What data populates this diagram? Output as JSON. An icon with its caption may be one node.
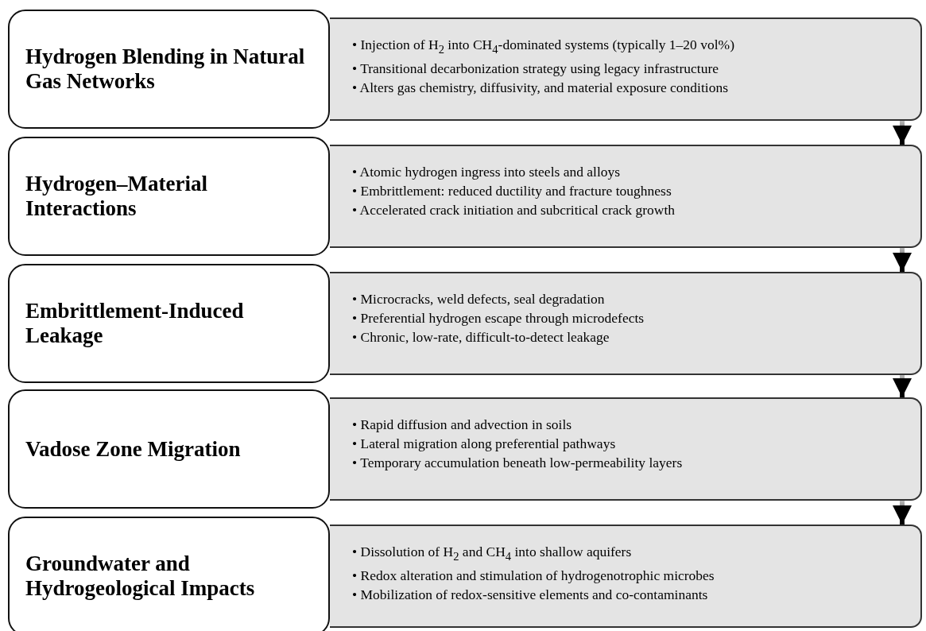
{
  "diagram": {
    "nodes": [
      {
        "text": [
          "Hydrogen Blending in Natural Gas Networks"
        ]
      },
      {
        "text": [
          "• Injection of H$_{2}$ into CH$_{4}$-dominated systems (typically 1–20 vol%)",
          "• Transitional decarbonization strategy using legacy infrastructure",
          "• Alters gas chemistry, diffusivity, and material exposure conditions"
        ]
      },
      {
        "text": [
          "Hydrogen–Material Interactions"
        ]
      },
      {
        "text": [
          "• Atomic hydrogen ingress into steels and alloys",
          "• Embrittlement: reduced ductility and fracture toughness",
          "• Accelerated crack initiation and subcritical crack growth"
        ]
      },
      {
        "text": [
          "Embrittlement-Induced Leakage"
        ]
      },
      {
        "text": [
          "• Microcracks, weld defects, seal degradation",
          "• Preferential hydrogen escape through microdefects",
          "• Chronic, low-rate, difficult-to-detect leakage"
        ]
      },
      {
        "text": [
          "Vadose Zone Migration"
        ]
      },
      {
        "text": [
          "• Rapid diffusion and advection in soils",
          "• Lateral migration along preferential pathways",
          "• Temporary accumulation beneath low-permeability layers"
        ]
      },
      {
        "text": [
          "Groundwater and Hydrogeological Impacts"
        ]
      },
      {
        "text": [
          "• Dissolution of H$_{2}$ and CH$_{4}$ into shallow aquifers",
          "• Redox alteration and stimulation of hydrogenotrophic microbes",
          "• Mobilization of redox-sensitive elements and co-contaminants"
        ]
      }
    ],
    "edges": [
      {
        "from": 1,
        "to": 3,
        "arrow": "to"
      },
      {
        "from": 3,
        "to": 5,
        "arrow": "to"
      },
      {
        "from": 5,
        "to": 7,
        "arrow": "to"
      },
      {
        "from": 7,
        "to": 9,
        "arrow": "to"
      }
    ]
  }
}
